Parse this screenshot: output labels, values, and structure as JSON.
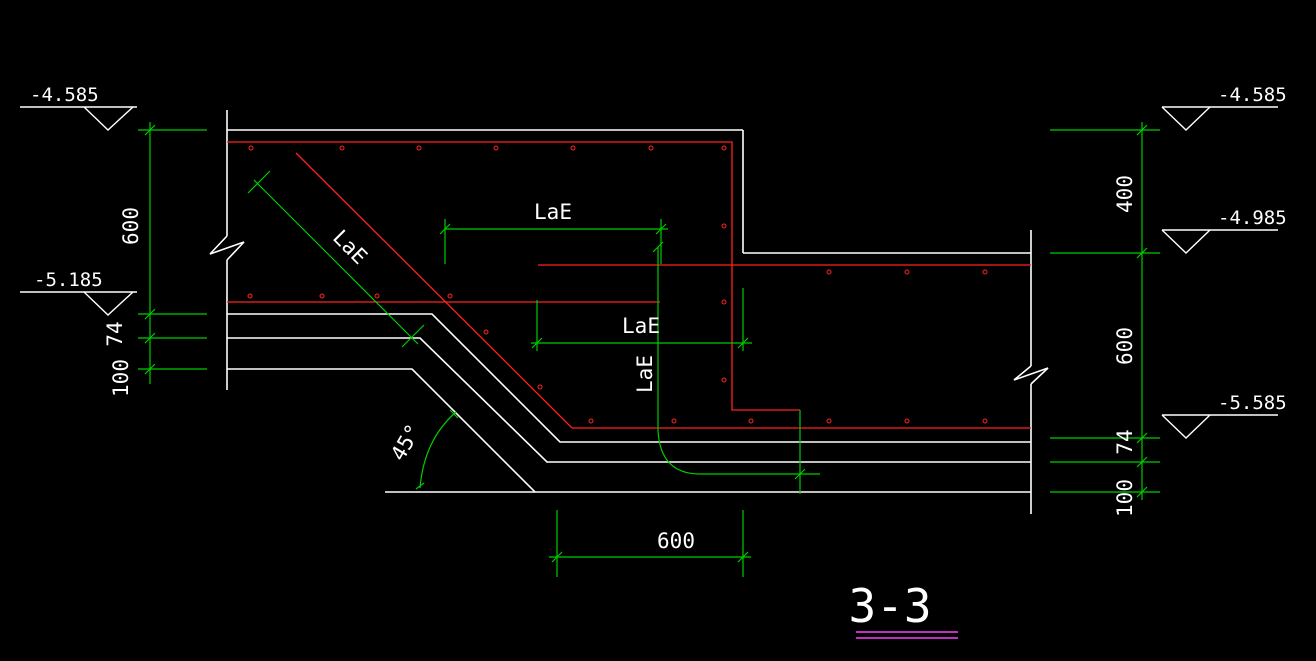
{
  "colors": {
    "background": "#000000",
    "outline": "#ffffff",
    "rebar": "#ff2020",
    "dimension": "#00cc00",
    "title_underline": "#ff40ff"
  },
  "elevations": {
    "left_top": "-4.585",
    "left_bottom": "-5.185",
    "right_top": "-4.585",
    "right_mid": "-4.985",
    "right_bottom": "-5.585"
  },
  "dimensions": {
    "left_600": "600",
    "left_74": "74",
    "left_100": "100",
    "right_400": "400",
    "right_600": "600",
    "right_74": "74",
    "right_100": "100",
    "bottom_600": "600",
    "lae_diag": "LaE",
    "lae_upper": "LaE",
    "lae_lower": "LaE",
    "lae_vertical": "LaE",
    "angle": "45°"
  },
  "title": "3-3"
}
